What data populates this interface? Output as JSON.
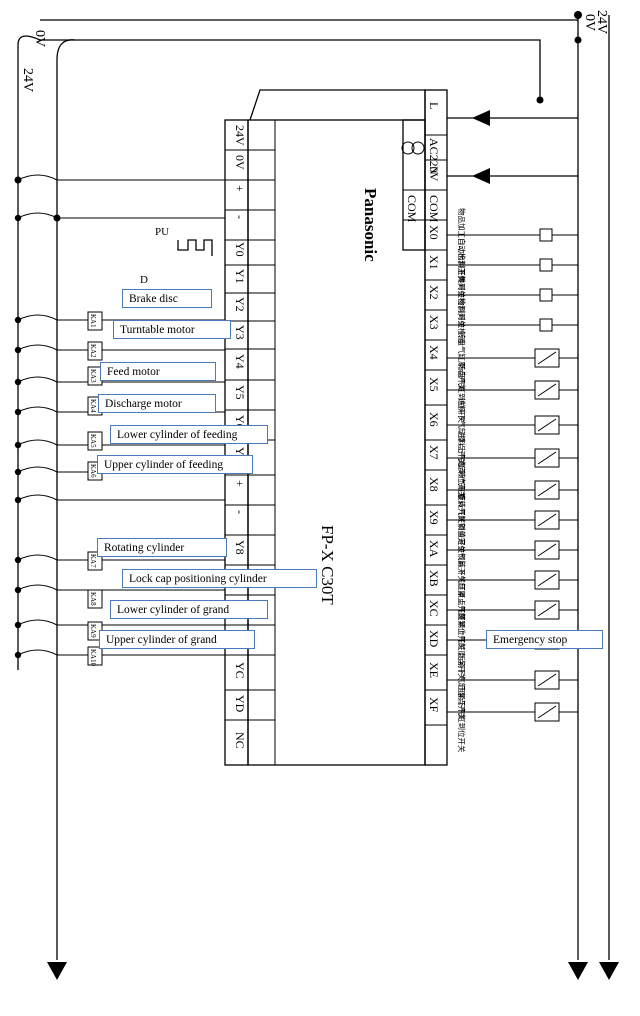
{
  "rails": {
    "left_0v": "0V",
    "left_24v": "24V",
    "right_24v": "24V",
    "right_0v": "0V"
  },
  "plc": {
    "brand": "Panasonic",
    "model": "FP-X C30T",
    "left_terminals": [
      "24V",
      "0V",
      "+",
      "-",
      "Y0",
      "Y1",
      "Y2",
      "Y3",
      "Y4",
      "Y5",
      "Y6",
      "Y7",
      "+",
      "-",
      "Y8",
      "Y9",
      "YA",
      "YB",
      "YC",
      "YD",
      "NC"
    ],
    "right_terminals_outer": [
      "L",
      "AC220V",
      "N",
      "COM",
      "X0",
      "X1",
      "X2",
      "X3",
      "X4",
      "X5",
      "X6",
      "X7",
      "X8",
      "X9",
      "XA",
      "XB",
      "XC",
      "XD",
      "XE",
      "XF"
    ],
    "right_terminals_inner": [
      "COM"
    ],
    "pulse_label": "PU",
    "dir_label": "D",
    "relays": [
      "KA1",
      "KA2",
      "KA3",
      "KA4",
      "KA5",
      "KA6",
      "KA7",
      "KA8",
      "KA9",
      "KA10"
    ]
  },
  "annotations": [
    "Brake disc",
    "Turntable motor",
    "Feed motor",
    "Discharge motor",
    "Lower cylinder of feeding",
    "Upper cylinder of feeding",
    "Rotating cylinder",
    "Lock cap positioning cylinder",
    "Lower cylinder of grand",
    "Upper cylinder of grand",
    "Emergency stop"
  ],
  "input_descriptions": [
    "物品加工自动检测开关",
    "自动出料工作开关",
    "下料到位检测开关",
    "物料到位检测",
    "转盘气缸原点开关",
    "转盘气缸到位开关",
    "进料下气缸原点开关",
    "进料上气缸到位开关",
    "旋转气缸原点开关",
    "旋转气缸到位开关",
    "锁盖定位气缸开关",
    "锁盖下气缸原点开关",
    "压紧上气缸到位开关",
    "压紧上气缸原点开关",
    "压紧下气缸原点开关",
    "压紧下气缸到位开关"
  ]
}
